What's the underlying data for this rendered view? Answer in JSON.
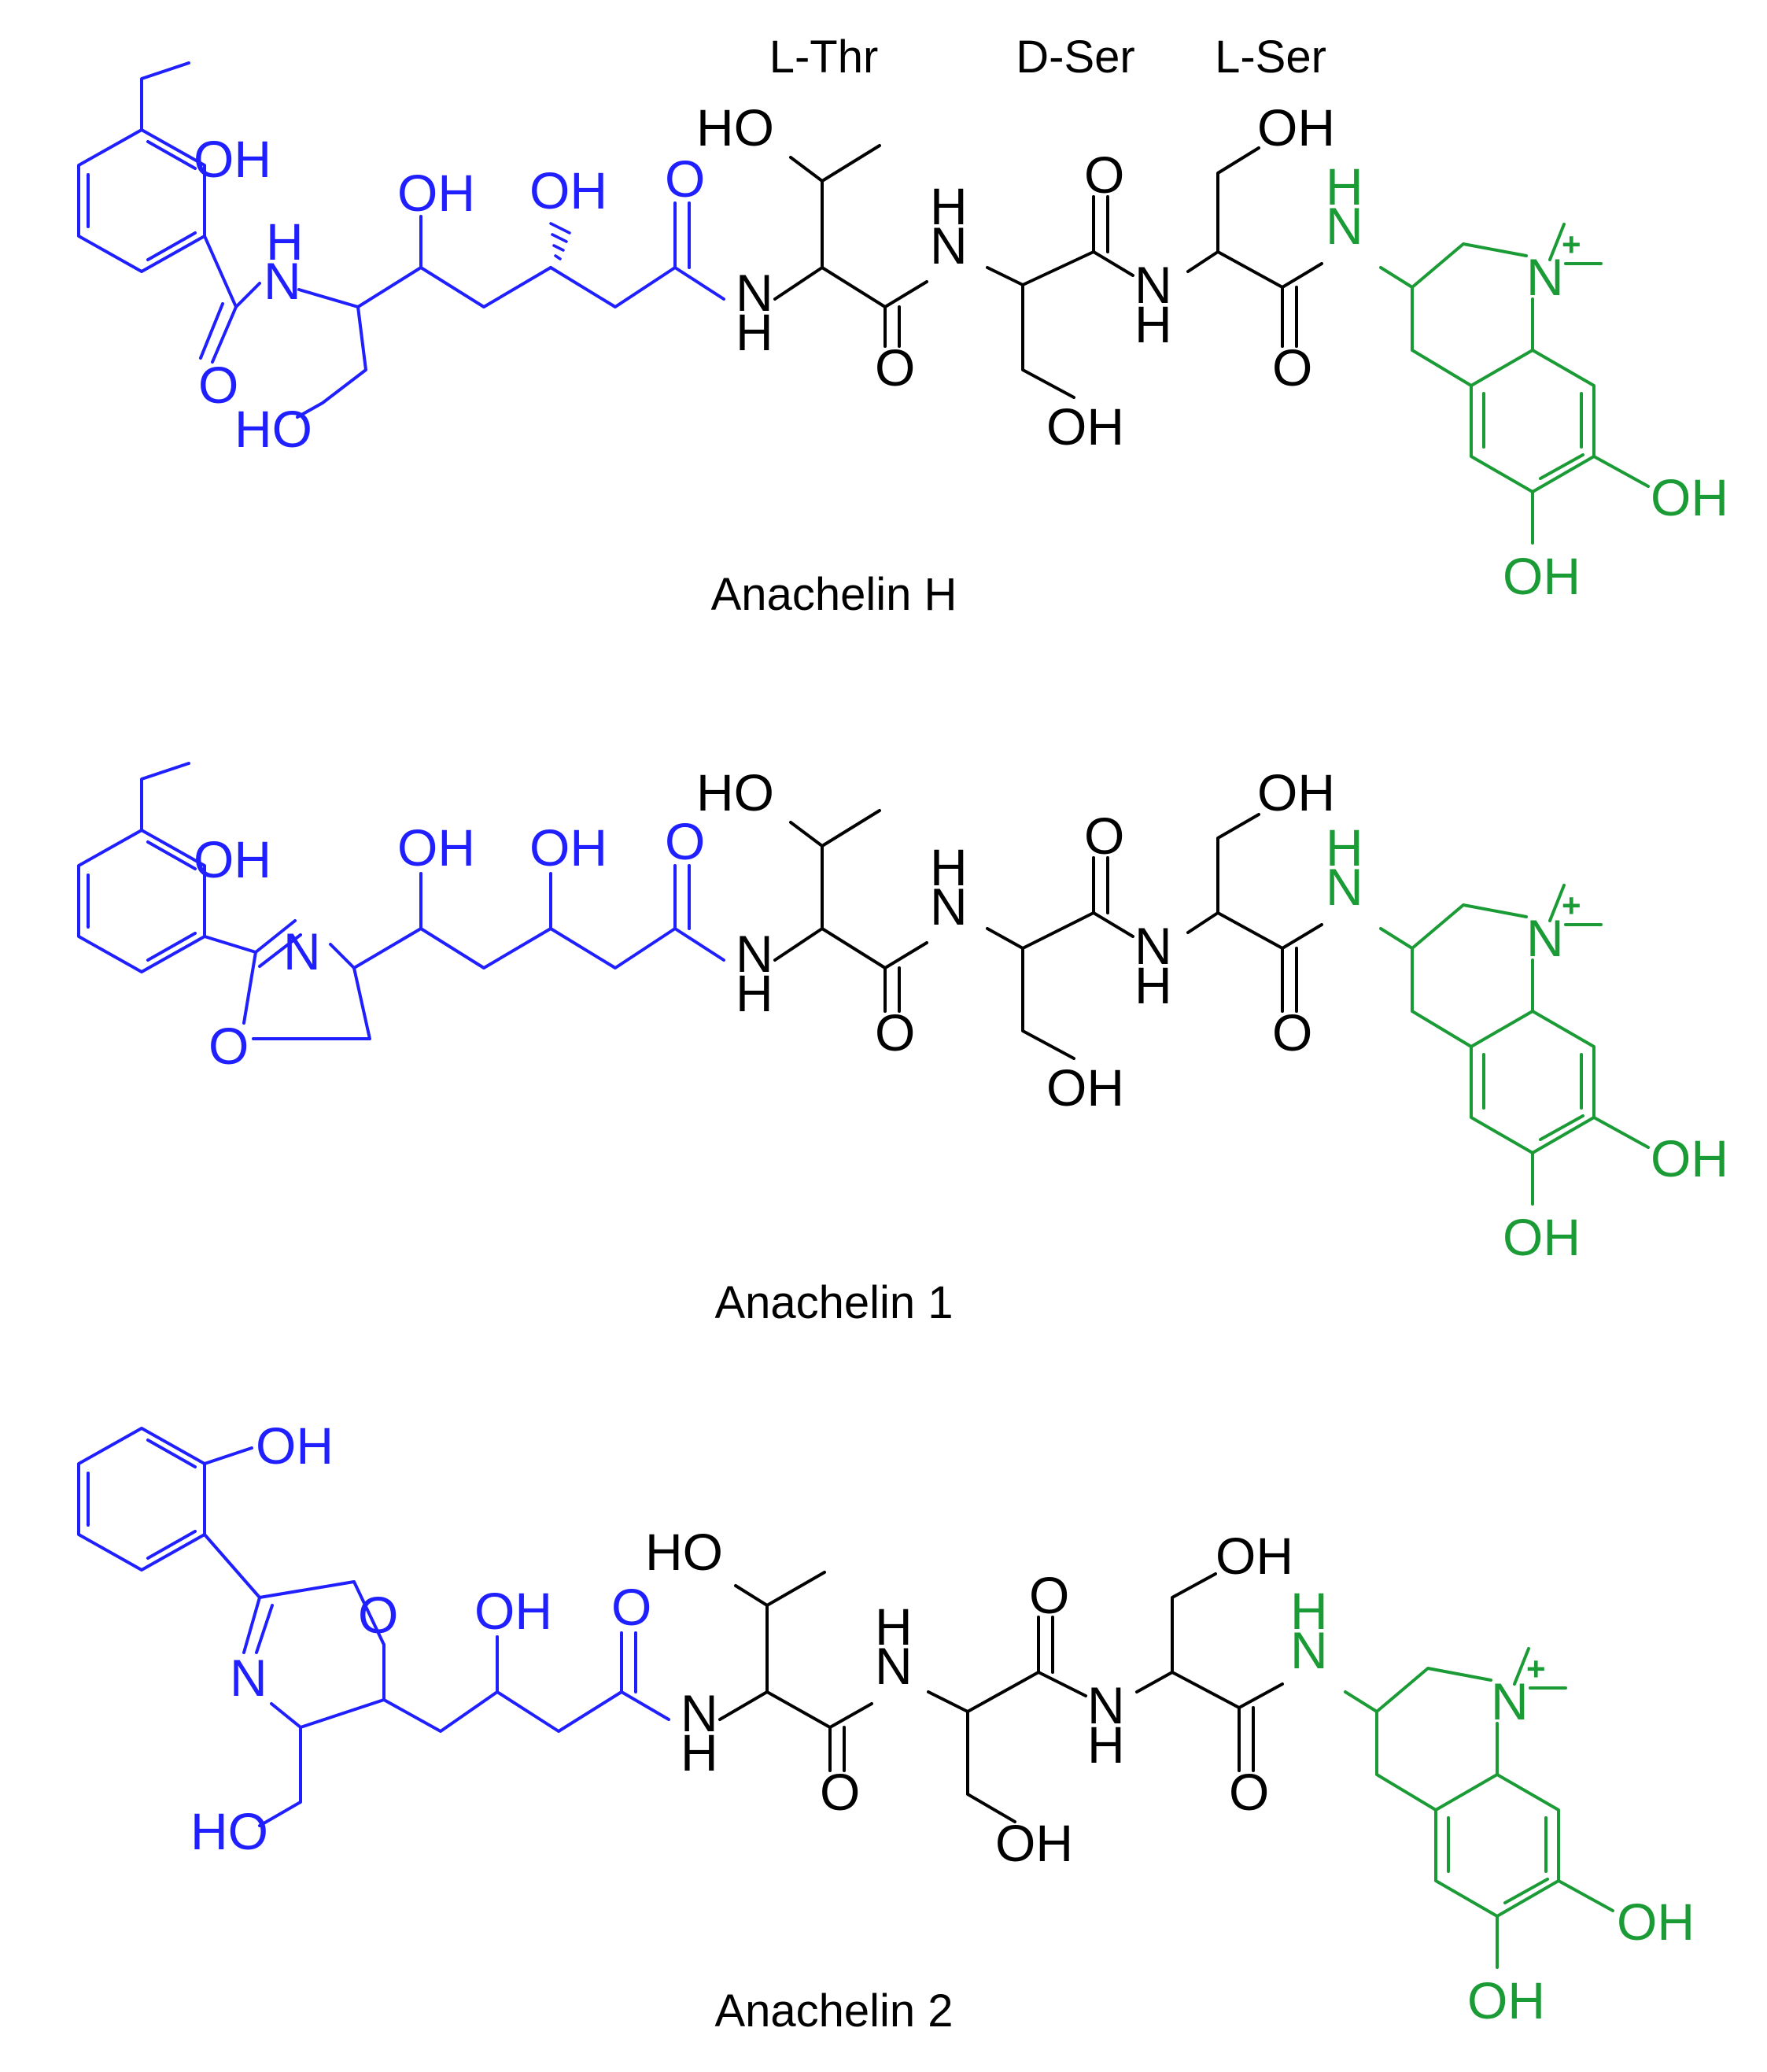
{
  "colors": {
    "salicyl": "#1f1fff",
    "peptide": "#000000",
    "quinolinium": "#1a9b35"
  },
  "residue_labels": [
    "L-Thr",
    "D-Ser",
    "L-Ser"
  ],
  "compounds": [
    {
      "name": "Anachelin H"
    },
    {
      "name": "Anachelin 1"
    },
    {
      "name": "Anachelin 2"
    }
  ],
  "atom_labels": {
    "hydroxyl": "OH",
    "hydroxyl_left": "HO",
    "oxygen": "O",
    "nitrogen": "N",
    "hydrogen": "H",
    "positive_charge": "+"
  }
}
